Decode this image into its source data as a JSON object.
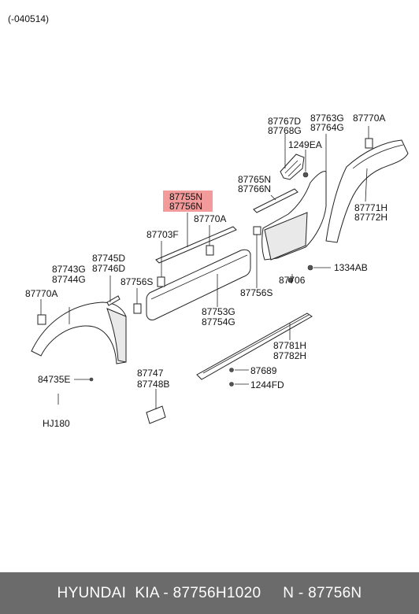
{
  "diagram": {
    "date_code": "(-040514)",
    "labels": {
      "l_87767D": "87767D",
      "l_87768G": "87768G",
      "l_87763G": "87763G",
      "l_87764G": "87764G",
      "l_87770A_top": "87770A",
      "l_1249EA": "1249EA",
      "l_87765N": "87765N",
      "l_87766N": "87766N",
      "l_87755N": "87755N",
      "l_87756N": "87756N",
      "l_87770A_mid": "87770A",
      "l_87771H": "87771H",
      "l_87772H": "87772H",
      "l_87703F": "87703F",
      "l_1334AB": "1334AB",
      "l_87745D": "87745D",
      "l_87746D": "87746D",
      "l_87743G": "87743G",
      "l_87744G": "87744G",
      "l_87756S_left": "87756S",
      "l_87706": "87706",
      "l_87770A_left": "87770A",
      "l_87756S_right": "87756S",
      "l_87753G": "87753G",
      "l_87754G": "87754G",
      "l_87781H": "87781H",
      "l_87782H": "87782H",
      "l_87747": "87747",
      "l_87748B": "87748B",
      "l_87689": "87689",
      "l_84735E": "84735E",
      "l_1244FD": "1244FD",
      "l_HJ180": "HJ180"
    },
    "highlight": {
      "part": "87756N",
      "color": "#f39a9a"
    }
  },
  "footer": {
    "text": "HYUNDAI  KIA - 87756H1020     N - 87756N"
  }
}
